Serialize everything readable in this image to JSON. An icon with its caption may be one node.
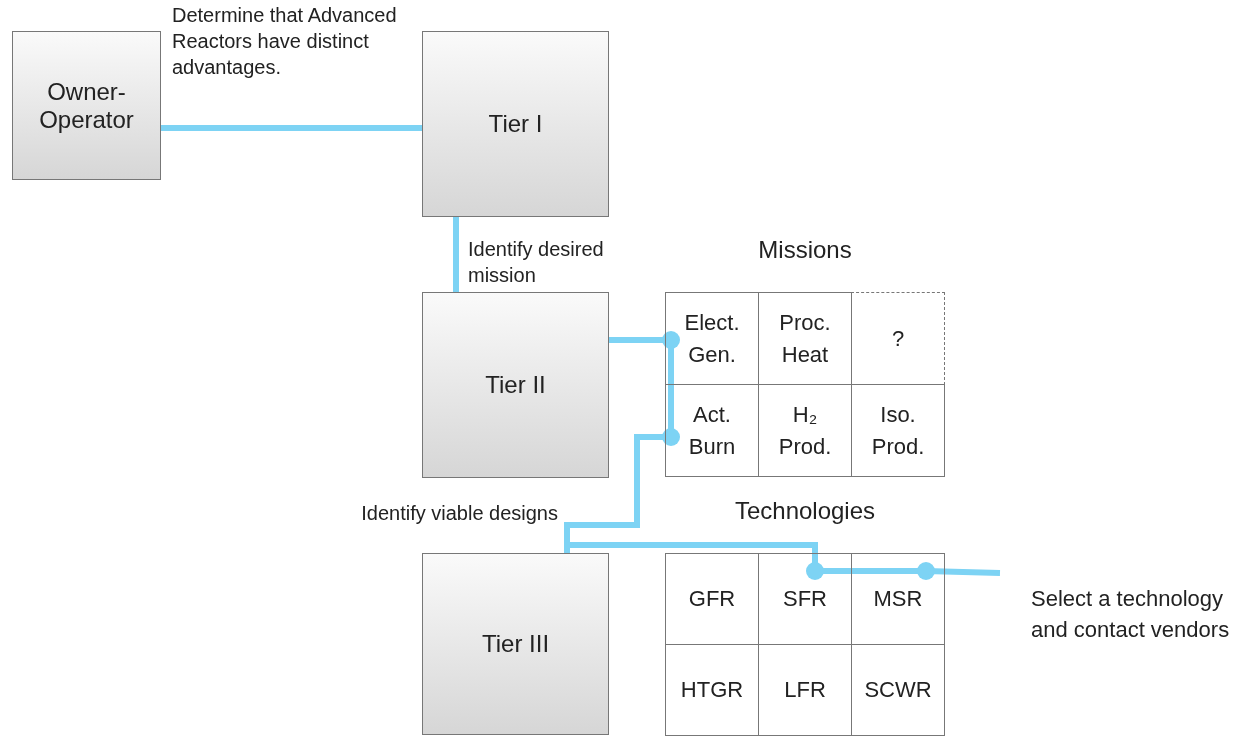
{
  "diagram": {
    "nodes": [
      {
        "text": [
          "Owner-Operator"
        ]
      },
      {
        "text": [
          "Tier I"
        ]
      },
      {
        "text": [
          "Tier II"
        ]
      },
      {
        "text": [
          "Tier III"
        ]
      },
      {
        "text": [
          "Missions"
        ]
      },
      {
        "text": [
          "Elect. Gen."
        ],
        "in": 4
      },
      {
        "text": [
          "Proc. Heat"
        ],
        "in": 4
      },
      {
        "text": [
          "?"
        ],
        "in": 4
      },
      {
        "text": [
          "Act. Burn"
        ],
        "in": 4
      },
      {
        "text": [
          "H₂ Prod."
        ],
        "in": 4
      },
      {
        "text": [
          "Iso. Prod."
        ],
        "in": 4
      },
      {
        "text": [
          "Technologies"
        ]
      },
      {
        "text": [
          "GFR"
        ],
        "in": 11
      },
      {
        "text": [
          "SFR"
        ],
        "in": 11
      },
      {
        "text": [
          "MSR"
        ],
        "in": 11
      },
      {
        "text": [
          "HTGR"
        ],
        "in": 11
      },
      {
        "text": [
          "LFR"
        ],
        "in": 11
      },
      {
        "text": [
          "SCWR"
        ],
        "in": 11
      },
      {
        "text": [
          "Select a technology and contact vendors"
        ]
      }
    ],
    "edges": [
      {
        "from": 0,
        "to": 1,
        "arrow": "other",
        "label": "Determine that Advanced Reactors have distinct advantages."
      },
      {
        "from": 1,
        "to": 2,
        "arrow": "other",
        "label": "Identify desired mission"
      },
      {
        "from": 2,
        "to": 5,
        "arrow": "other"
      },
      {
        "from": 5,
        "to": 8,
        "arrow": "other"
      },
      {
        "from": 8,
        "to": 3,
        "arrow": "other",
        "label": "Identify viable designs"
      },
      {
        "from": 3,
        "to": 13,
        "arrow": "other"
      },
      {
        "from": 13,
        "to": 14,
        "arrow": "other"
      },
      {
        "from": 14,
        "to": 18,
        "arrow": "none"
      }
    ]
  }
}
